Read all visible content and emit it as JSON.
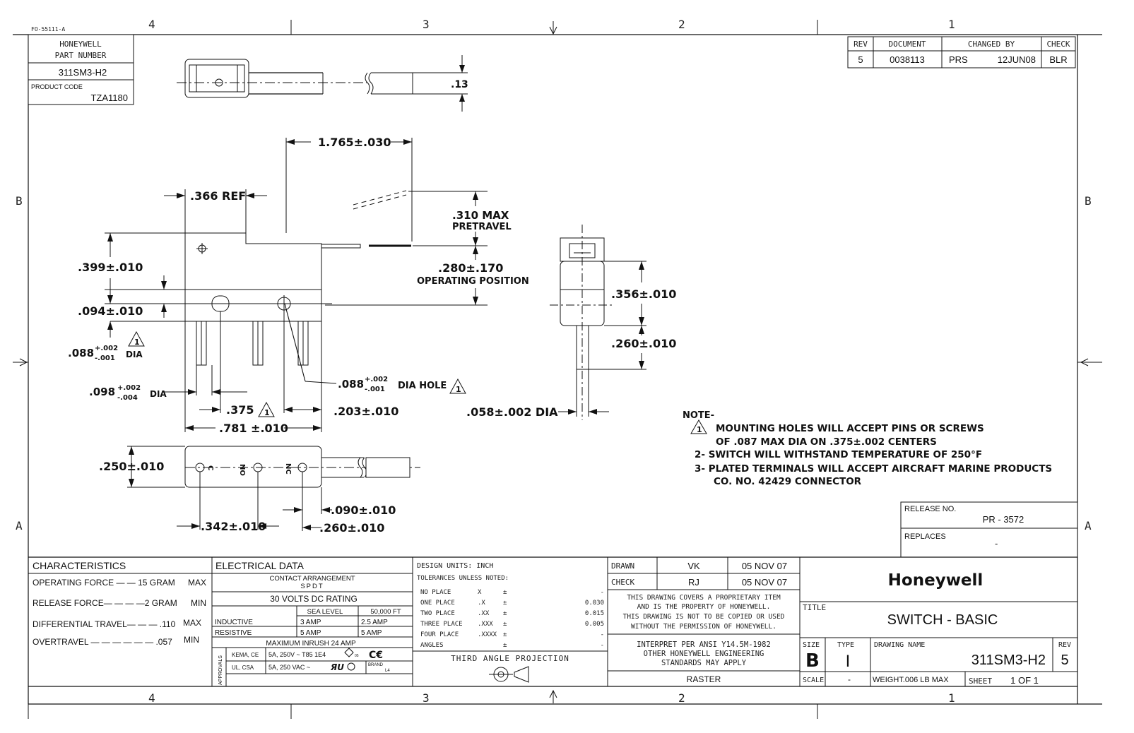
{
  "form_code": "FO-55111-A",
  "zones": {
    "top": [
      "4",
      "3",
      "2",
      "1"
    ],
    "bottom": [
      "4",
      "3",
      "2",
      "1"
    ],
    "left": [
      "B",
      "A"
    ],
    "right": [
      "B",
      "A"
    ]
  },
  "part_block": {
    "heading": "HONEYWELL PART NUMBER",
    "part_number": "311SM3-H2",
    "product_code_label": "PRODUCT CODE",
    "product_code": "TZA1180"
  },
  "revision_block": {
    "headers": [
      "REV",
      "DOCUMENT",
      "CHANGED BY",
      "CHECK"
    ],
    "rev": "5",
    "document": "0038113",
    "changed_by": "PRS",
    "date": "12JUN08",
    "check": "BLR"
  },
  "dimensions": {
    "thickness": ".13",
    "lever_length": "1.765±.030",
    "ref": ".366 REF",
    "pretravel_value": ".310 MAX",
    "pretravel_label": "PRETRAVEL",
    "op_position_value": ".280±.170",
    "op_position_label": "OPERATING POSITION",
    "hole_height": ".399±.010",
    "hole_offset": ".094±.010",
    "small_dia_base": ".088",
    "tol_plus": "+.002",
    "tol_minus": "-.001",
    "dia": "DIA",
    "dia_hole": "DIA HOLE",
    "terminal_dia_base": ".098",
    "terminal_tol_minus": "-.004",
    "hole_spacing": ".375",
    "terminal_offset": ".203±.010",
    "body_length": ".781 ±.010",
    "body_width": ".250±.010",
    "terminal_pitch_a": ".342±.010",
    "terminal_pitch_b": ".090±.010",
    "terminal_pitch_c": ".260±.010",
    "side_height": ".356±.010",
    "terminal_length": ".260±.010",
    "terminal_thickness": ".058±.002 DIA",
    "note_marker": "1",
    "terminal_labels": [
      "C",
      "NO",
      "NC"
    ]
  },
  "notes": {
    "heading": "NOTE-",
    "items": [
      "MOUNTING HOLES WILL ACCEPT PINS OR SCREWS",
      "OF .087 MAX DIA ON .375±.002 CENTERS",
      "2- SWITCH WILL WITHSTAND TEMPERATURE OF 250°F",
      "3- PLATED TERMINALS WILL ACCEPT AIRCRAFT MARINE PRODUCTS",
      "CO. NO. 42429 CONNECTOR"
    ]
  },
  "release": {
    "label": "RELEASE NO.",
    "number": "PR - 3572",
    "replaces_label": "REPLACES",
    "replaces": "-"
  },
  "characteristics": {
    "heading": "CHARACTERISTICS",
    "rows": [
      {
        "label": "OPERATING FORCE — — 15 GRAM",
        "value": "MAX"
      },
      {
        "label": "RELEASE FORCE— — — —2 GRAM",
        "value": "MIN"
      },
      {
        "label": "DIFFERENTIAL TRAVEL— — — .110",
        "value": "MAX"
      },
      {
        "label": "OVERTRAVEL — — — — — — .057",
        "value": "MIN"
      }
    ]
  },
  "electrical": {
    "heading": "ELECTRICAL DATA",
    "contact_arrangement_label": "CONTACT ARRANGEMENT",
    "contact_arrangement": "SPDT",
    "rating": "30 VOLTS DC RATING",
    "col_headers": [
      "SEA LEVEL",
      "50,000 FT"
    ],
    "rows": [
      {
        "label": "INDUCTIVE",
        "sea_level": "3 AMP",
        "altitude": "2.5 AMP"
      },
      {
        "label": "RESISTIVE",
        "sea_level": "5 AMP",
        "altitude": "5 AMP"
      }
    ],
    "inrush": "MAXIMUM INRUSH   24 AMP",
    "approvals_label": "APPROVALS",
    "approvals": [
      {
        "agency": "KEMA, CE",
        "rating": "5A, 250V ~ T85 1E4"
      },
      {
        "agency": "UL, CSA",
        "rating": "5A, 250 VAC ~"
      }
    ],
    "brand_label": "BRAND",
    "brand_code": "L4"
  },
  "tolerances": {
    "design_units": "DESIGN UNITS:  INCH",
    "heading": "TOLERANCES UNLESS NOTED:",
    "rows": [
      {
        "label": "NO PLACE",
        "fmt": "X",
        "sign": "±",
        "value": "-"
      },
      {
        "label": "ONE PLACE",
        "fmt": ".X",
        "sign": "±",
        "value": "0.030"
      },
      {
        "label": "TWO PLACE",
        "fmt": ".XX",
        "sign": "±",
        "value": "0.015"
      },
      {
        "label": "THREE PLACE",
        "fmt": ".XXX",
        "sign": "±",
        "value": "0.005"
      },
      {
        "label": "FOUR PLACE",
        "fmt": ".XXXX",
        "sign": "±",
        "value": "-"
      },
      {
        "label": "ANGLES",
        "fmt": "",
        "sign": "±",
        "value": "-"
      }
    ],
    "projection": "THIRD ANGLE PROJECTION"
  },
  "approvals_block": {
    "drawn_label": "DRAWN",
    "drawn_by": "VK",
    "drawn_date": "05 NOV 07",
    "check_label": "CHECK",
    "check_by": "RJ",
    "check_date": "05 NOV 07",
    "proprietary": [
      "THIS DRAWING COVERS A PROPRIETARY ITEM",
      "AND IS THE PROPERTY OF HONEYWELL.",
      "THIS DRAWING IS NOT TO BE COPIED OR USED",
      "WITHOUT THE PERMISSION OF HONEYWELL."
    ],
    "interpret": [
      "INTERPRET PER ANSI Y14.5M-1982",
      "OTHER HONEYWELL ENGINEERING",
      "STANDARDS MAY APPLY"
    ],
    "raster": "RASTER"
  },
  "title_block": {
    "brand": "Honeywell",
    "title_label": "TITLE",
    "title": "SWITCH - BASIC",
    "size_label": "SIZE",
    "size": "B",
    "type_label": "TYPE",
    "type": "I",
    "drawing_name_label": "DRAWING NAME",
    "drawing_name": "311SM3-H2",
    "rev_label": "REV",
    "rev": "5",
    "scale_label": "SCALE",
    "scale": "-",
    "weight": "WEIGHT.006 LB MAX",
    "sheet_label": "SHEET",
    "sheet": "1 OF 1"
  },
  "colors": {
    "ink": "#111111",
    "paper": "#ffffff"
  }
}
